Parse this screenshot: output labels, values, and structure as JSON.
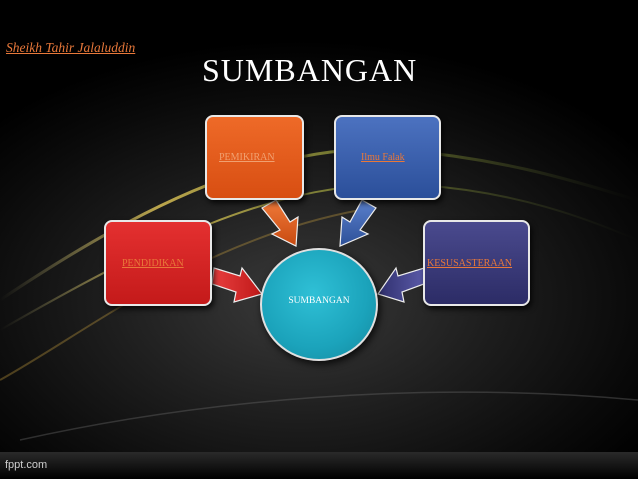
{
  "slide": {
    "author": "Sheikh Tahir Jalaluddin",
    "title": "SUMBANGAN",
    "center": {
      "label": "SUMBANGAN",
      "color": "#1ba3bb"
    },
    "nodes": [
      {
        "id": "pemikiran",
        "label": "PEMIKIRAN",
        "color": "#e85f1c"
      },
      {
        "id": "ilmu_falak",
        "label": "Ilmu Falak",
        "color": "#3a5fae"
      },
      {
        "id": "pendidikan",
        "label": "PENDIDIKAN",
        "color": "#d42424"
      },
      {
        "id": "kesusasteraan",
        "label": "KESUSASTERAAN",
        "color": "#3a3a7a"
      }
    ],
    "link_color": "#e8783a"
  },
  "footer": {
    "brand": "fppt.com"
  }
}
